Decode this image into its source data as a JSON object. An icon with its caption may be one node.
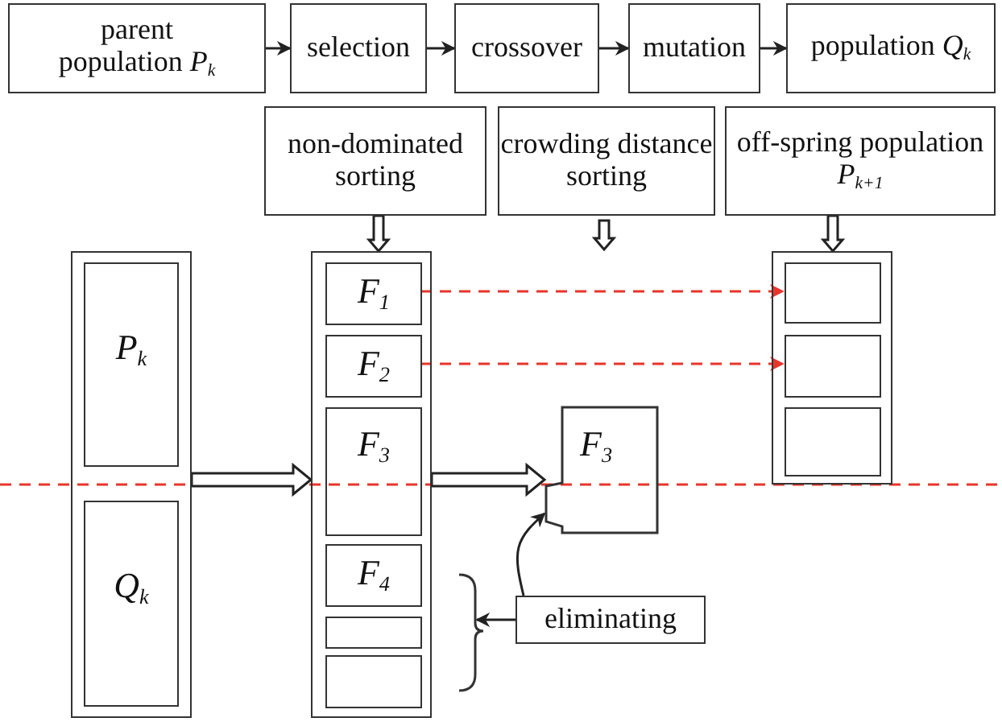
{
  "diagram": {
    "nodes": [
      {
        "text": [
          "parent population *P*$_{k}$"
        ]
      },
      {
        "text": [
          "selection"
        ]
      },
      {
        "text": [
          "crossover"
        ]
      },
      {
        "text": [
          "mutation"
        ]
      },
      {
        "text": [
          "population *Q*$_{k}$"
        ]
      },
      {
        "text": [
          "non-dominated sorting"
        ]
      },
      {
        "text": [
          "crowding distance sorting"
        ]
      },
      {
        "text": [
          "off-spring population *P*$_{k+1}$"
        ]
      },
      {
        "text": [],
        "shape": "box"
      },
      {
        "text": [
          "*P*$_{k}$"
        ],
        "in": 8
      },
      {
        "text": [
          "*Q*$_{k}$"
        ],
        "in": 8
      },
      {
        "text": [],
        "shape": "box"
      },
      {
        "text": [
          "*F*$_{1}$"
        ],
        "in": 11
      },
      {
        "text": [
          "*F*$_{2}$"
        ],
        "in": 11
      },
      {
        "text": [
          "*F*$_{3}$"
        ],
        "in": 11
      },
      {
        "text": [
          "*F*$_{4}$"
        ],
        "in": 11
      },
      {
        "text": [],
        "shape": "box",
        "in": 11
      },
      {
        "text": [],
        "shape": "box",
        "in": 11
      },
      {
        "text": [
          "*F*$_{3}$"
        ]
      },
      {
        "text": [],
        "shape": "box"
      },
      {
        "text": [],
        "shape": "box",
        "in": 19
      },
      {
        "text": [],
        "shape": "box",
        "in": 19
      },
      {
        "text": [],
        "shape": "box",
        "in": 19
      },
      {
        "text": [
          "eliminating"
        ]
      }
    ],
    "edges": [
      {
        "from": 0,
        "to": 1,
        "arrow": "to"
      },
      {
        "from": 1,
        "to": 2,
        "arrow": "to"
      },
      {
        "from": 2,
        "to": 3,
        "arrow": "to"
      },
      {
        "from": 3,
        "to": 4,
        "arrow": "to"
      },
      {
        "from": 5,
        "to": 11,
        "arrow": "to",
        "style": "thick"
      },
      {
        "from": 6,
        "to": null,
        "arrow": "to",
        "style": "thick"
      },
      {
        "from": 7,
        "to": 19,
        "arrow": "to",
        "style": "thick"
      },
      {
        "from": 8,
        "to": 11,
        "arrow": "to",
        "style": "thick"
      },
      {
        "from": 11,
        "to": 18,
        "arrow": "to",
        "style": "thick"
      },
      {
        "from": 12,
        "to": 20,
        "arrow": "to",
        "style": "dashed",
        "color": "#e8352b"
      },
      {
        "from": 13,
        "to": 21,
        "arrow": "to",
        "style": "dashed",
        "color": "#e8352b"
      },
      {
        "from": 23,
        "to": 18,
        "arrow": "to"
      },
      {
        "from": 23,
        "to": null,
        "arrow": "to"
      }
    ]
  }
}
